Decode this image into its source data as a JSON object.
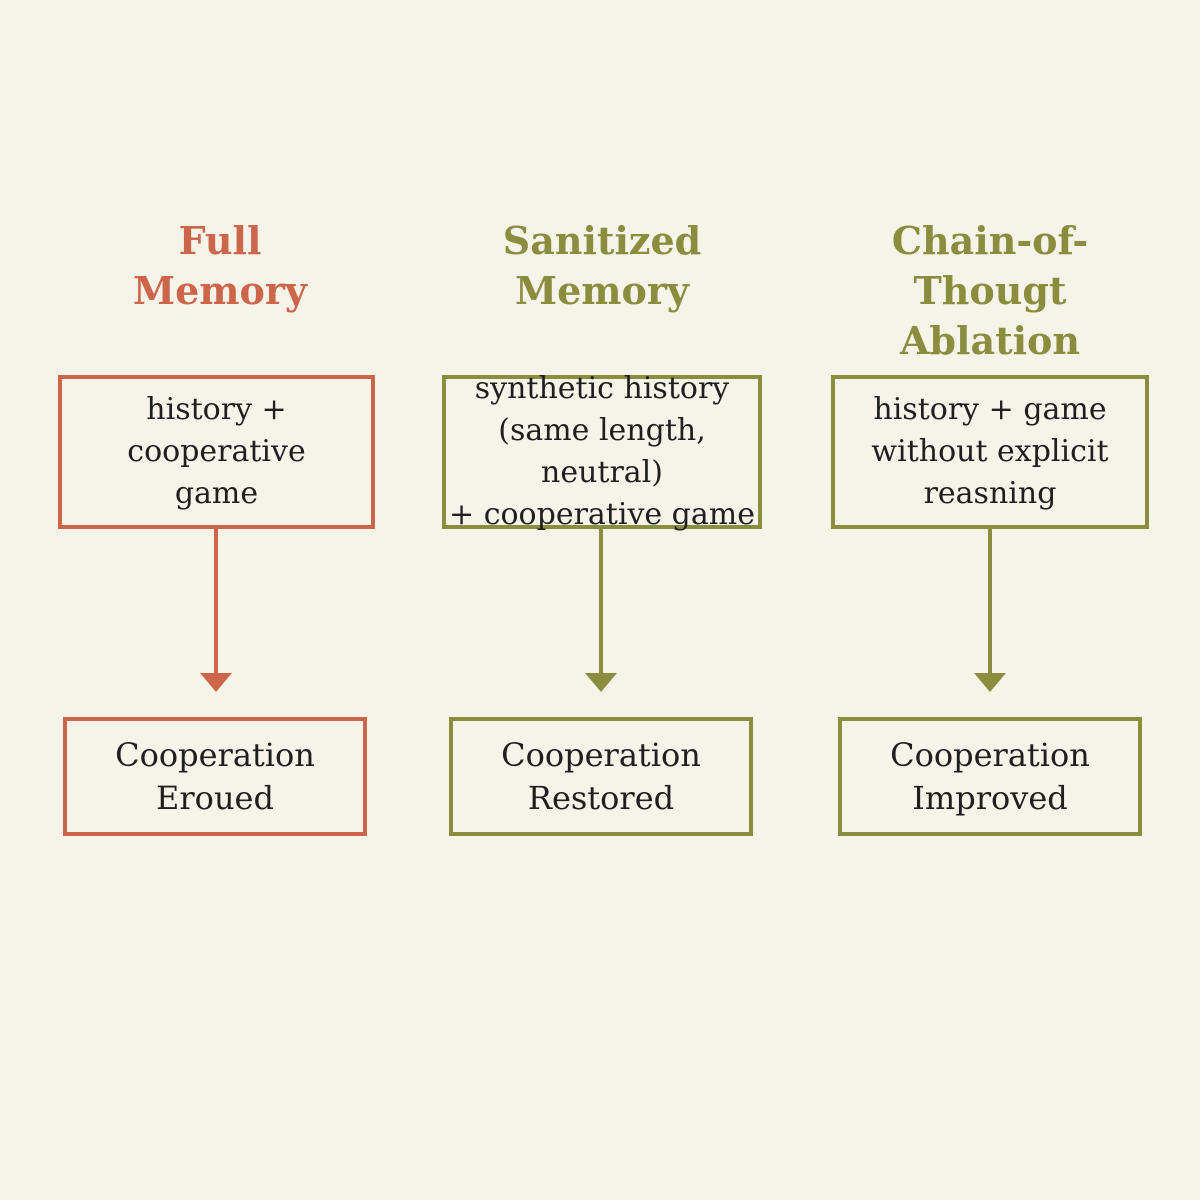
{
  "colors": {
    "background": "#f6f3e9",
    "red": "#cc654a",
    "olive": "#8a8d3e",
    "text": "#1f1f1f"
  },
  "columns": [
    {
      "heading": "Full\nMemory",
      "input": "history +\ncooperative\ngame",
      "output": "Cooperation\nEroued",
      "color_key": "red"
    },
    {
      "heading": "Sanitized\nMemory",
      "input": "synthetic history\n(same length, neutral)\n+ cooperative game",
      "output": "Cooperation\nRestored",
      "color_key": "olive"
    },
    {
      "heading": "Chain-of-Thougt\nAblation",
      "input": "history + game\nwithout explicit\nreasning",
      "output": "Cooperation\nImproved",
      "color_key": "olive"
    }
  ]
}
